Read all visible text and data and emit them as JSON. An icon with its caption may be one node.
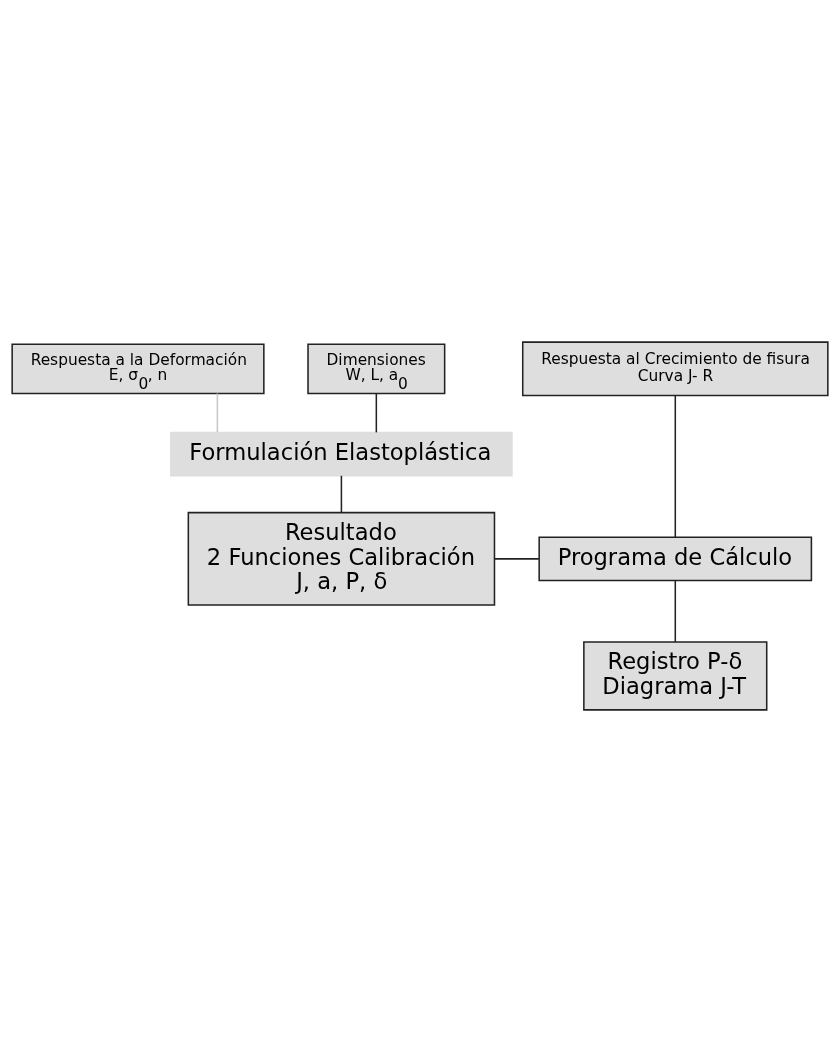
{
  "diagram": {
    "nodes": [
      {
        "text": [
          "Respuesta a la Deformación",
          "E, σ$_{0}$, n"
        ]
      },
      {
        "text": [
          "Respuesta al Crecimiento de fisura",
          "Curva J- R"
        ]
      },
      {
        "text": [
          "Dimensiones",
          "W, L, a$_{0}$"
        ]
      },
      {
        "text": [
          "Formulación Elastoplástica"
        ]
      },
      {
        "text": [
          "Resultado",
          "2 Funciones Calibración",
          "J, a, P, δ"
        ]
      },
      {
        "text": [
          "Programa de Cálculo"
        ]
      },
      {
        "text": [
          "Registro P-δ",
          "Diagrama J-T"
        ]
      }
    ],
    "edges": [
      {
        "from": 0,
        "to": 3,
        "arrow": "none",
        "color": "#c8c8c8"
      },
      {
        "from": 2,
        "to": 3,
        "arrow": "none"
      },
      {
        "from": 3,
        "to": 4,
        "arrow": "none"
      },
      {
        "from": 4,
        "to": 5,
        "arrow": "none"
      },
      {
        "from": 1,
        "to": 5,
        "arrow": "none"
      },
      {
        "from": 5,
        "to": 6,
        "arrow": "none"
      }
    ]
  }
}
